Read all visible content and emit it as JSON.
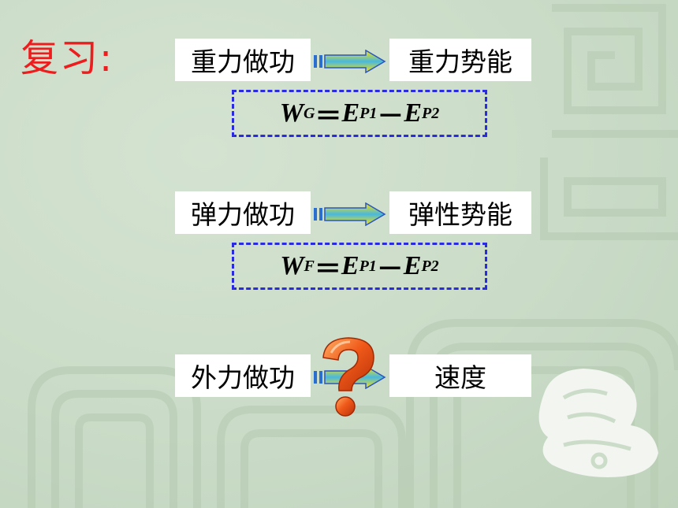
{
  "slide": {
    "title": "复习:",
    "rows": [
      {
        "left_label": "重力做功",
        "right_label": "重力势能",
        "formula": {
          "main": "W",
          "main_sub": "G",
          "eq": "＝",
          "term1": "E",
          "term1_sub": "P1",
          "minus": "－",
          "term2": "E",
          "term2_sub": "P2"
        }
      },
      {
        "left_label": "弹力做功",
        "right_label": "弹性势能",
        "formula": {
          "main": "W",
          "main_sub": "F",
          "eq": "＝",
          "term1": "E",
          "term1_sub": "P1",
          "minus": "－",
          "term2": "E",
          "term2_sub": "P2"
        }
      },
      {
        "left_label": "外力做功",
        "right_label": "速度"
      }
    ],
    "colors": {
      "title": "#ee1c1c",
      "formula_border": "#2a2ae0",
      "question_mark": "#f05a1a"
    },
    "icons": [
      "gradient-arrow-icon",
      "question-mark-icon",
      "dragon-emblem-icon",
      "meander-pattern"
    ]
  }
}
